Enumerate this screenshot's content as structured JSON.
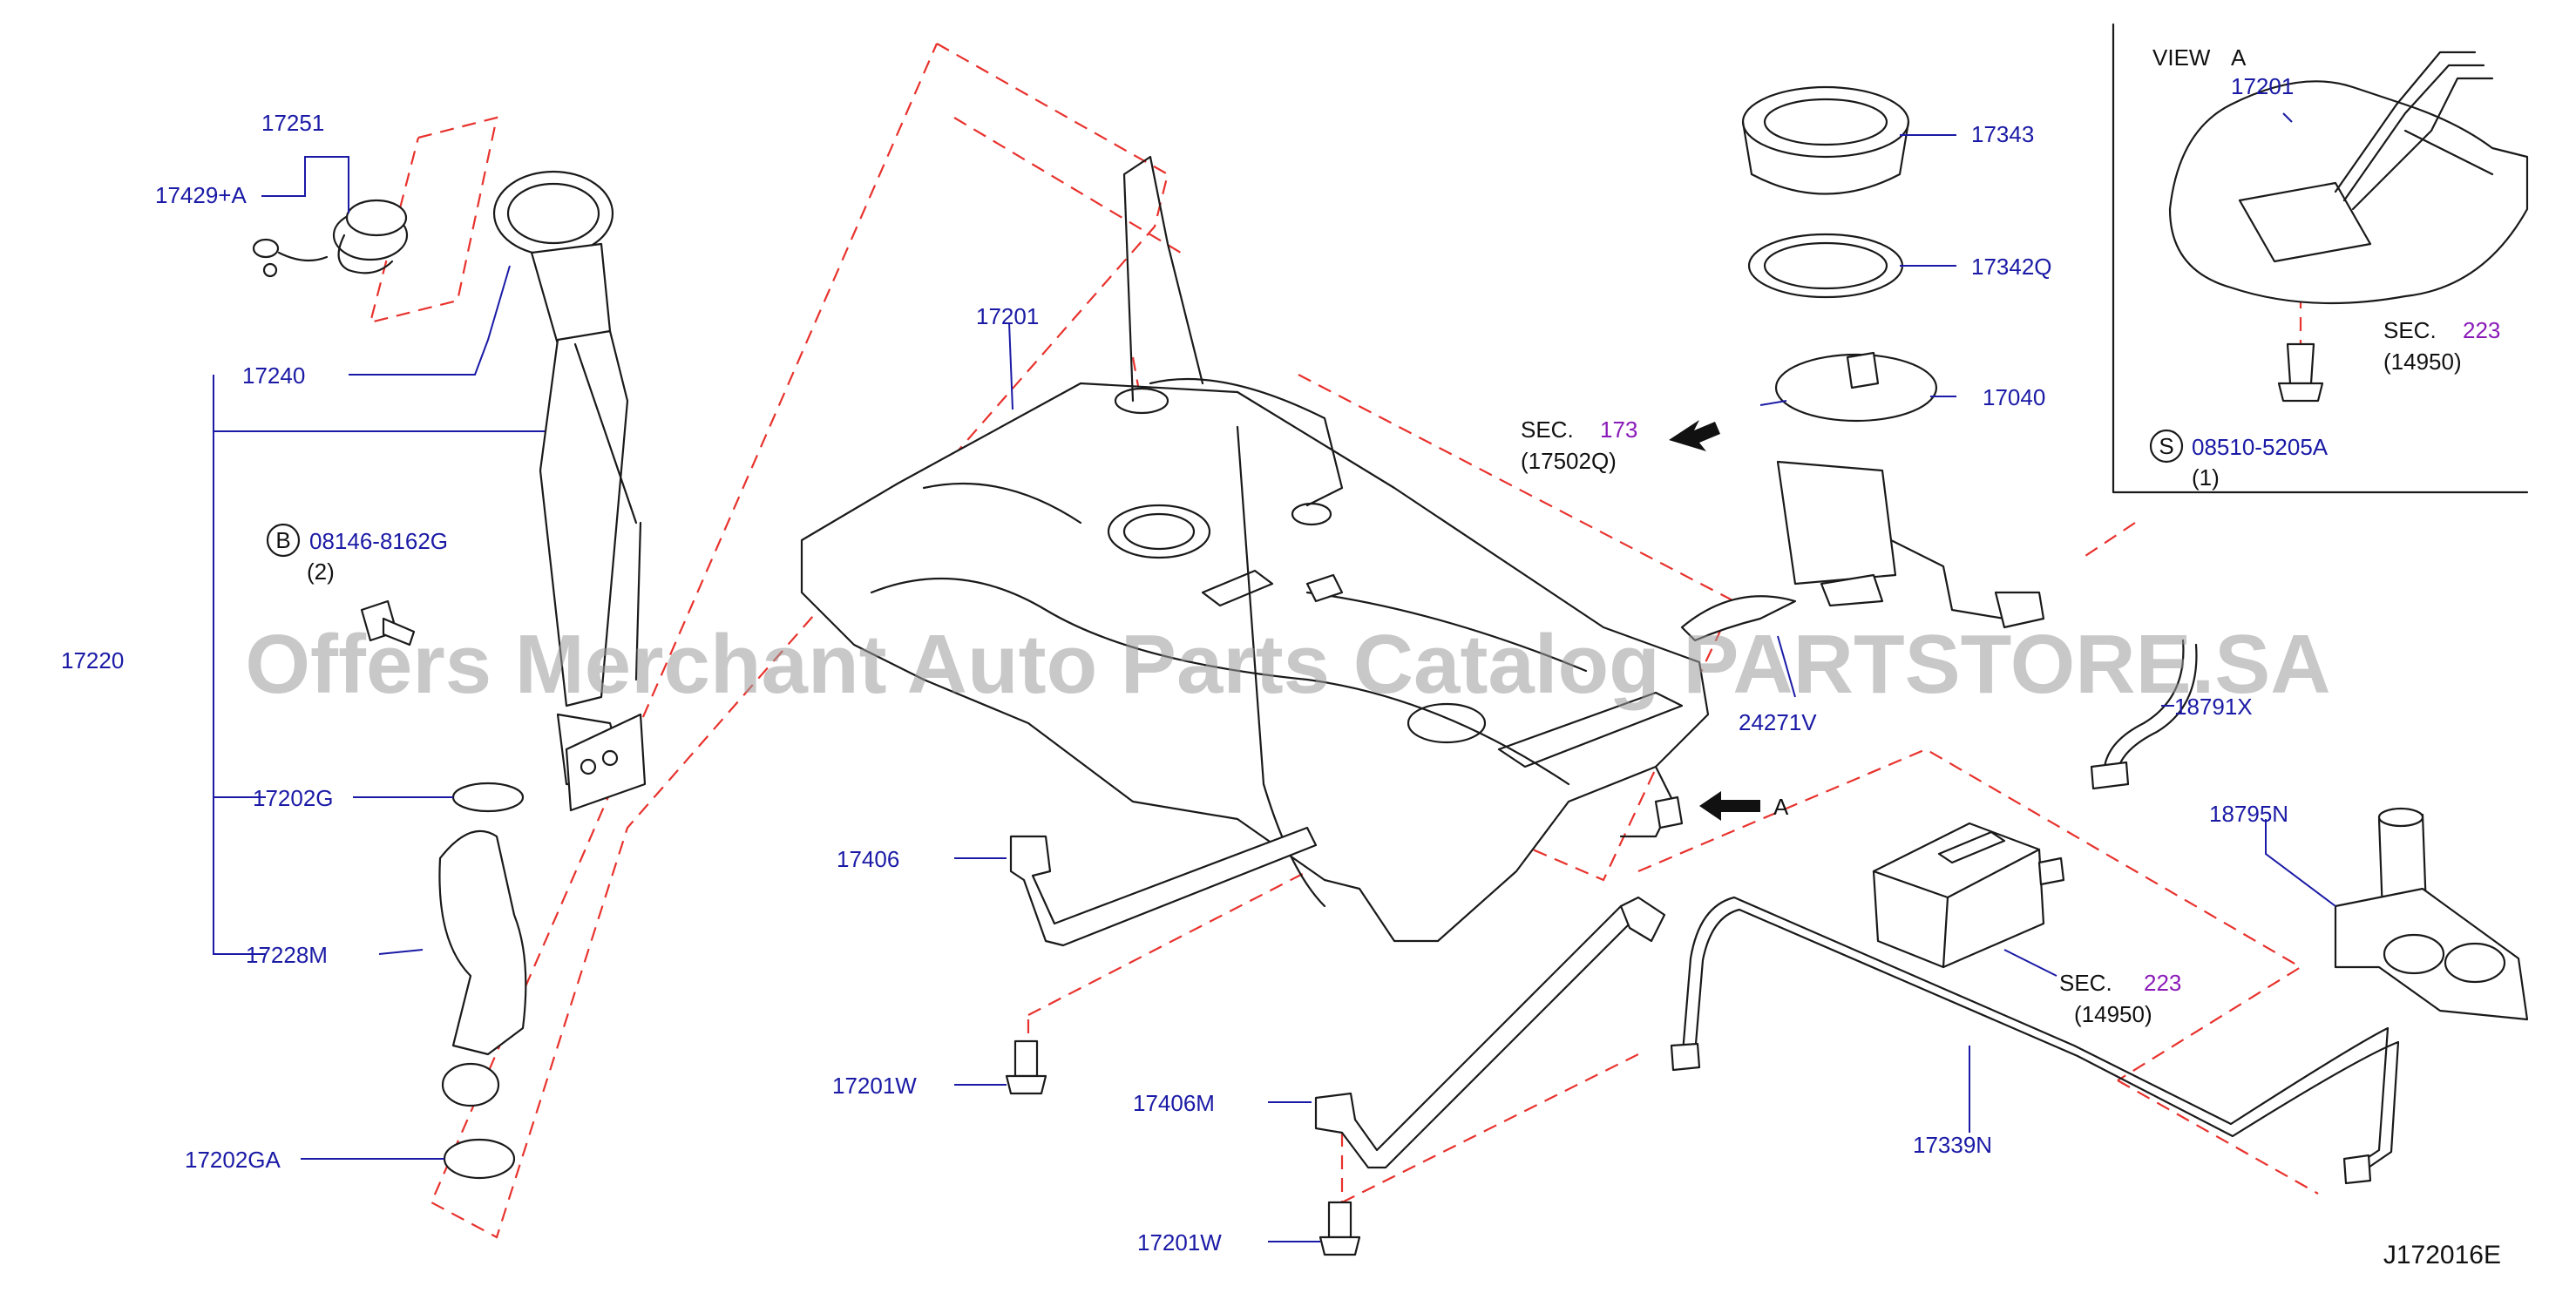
{
  "watermark": "Offers Merchant Auto Parts Catalog PARTSTORE.SA",
  "diagram_code": "J172016E",
  "view": {
    "title": "VIEW",
    "letter": "A"
  },
  "arrow_label": "A",
  "labels": {
    "p17251": "17251",
    "p17429": "17429+A",
    "p17240": "17240",
    "p08146": "08146-8162G",
    "p08146_qty": "(2)",
    "p17220": "17220",
    "p17202G": "17202G",
    "p17228M": "17228M",
    "p17202GA": "17202GA",
    "p17201": "17201",
    "p17406": "17406",
    "p17201W_a": "17201W",
    "p17406M": "17406M",
    "p17201W_b": "17201W",
    "p17343": "17343",
    "p17342Q": "17342Q",
    "p17040": "17040",
    "p24271V": "24271V",
    "p18791X": "18791X",
    "p18795N": "18795N",
    "p17339N": "17339N",
    "p17201_view": "17201",
    "p08510": "08510-5205A",
    "p08510_qty": "(1)"
  },
  "bolt_markers": {
    "b": "B",
    "s": "S"
  },
  "sections": {
    "s173_prefix": "SEC.",
    "s173_num": "173",
    "s173_sub": "(17502Q)",
    "s223a_prefix": "SEC.",
    "s223a_num": "223",
    "s223a_sub": "(14950)",
    "s223b_prefix": "SEC.",
    "s223b_num": "223",
    "s223b_sub": "(14950)"
  },
  "colors": {
    "label": "#1a1aa6",
    "section_number": "#8a1ab8",
    "phantom_line": "#e8322d",
    "line_art": "#1a1a1a"
  }
}
